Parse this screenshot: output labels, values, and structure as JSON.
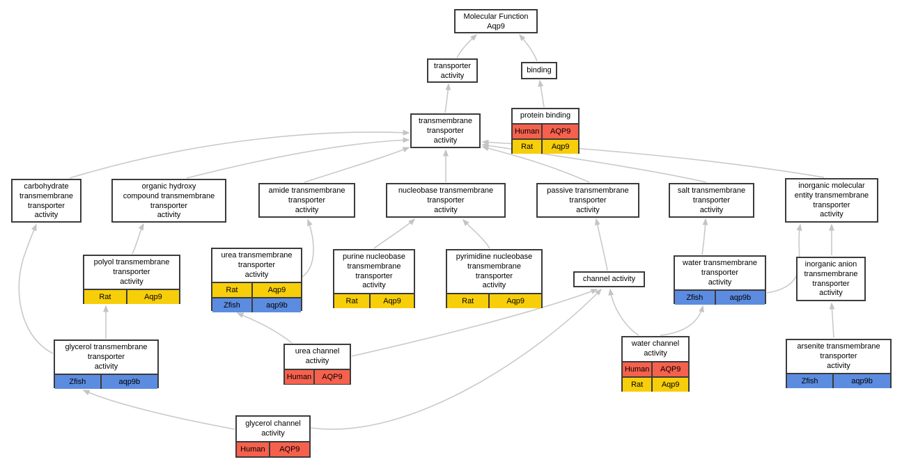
{
  "nodes": {
    "molecular_function": {
      "label": "Molecular Function\nAqp9"
    },
    "transporter_activity": {
      "label": "transporter\nactivity"
    },
    "binding": {
      "label": "binding"
    },
    "protein_binding": {
      "label": "protein binding",
      "rows": [
        {
          "species": "Human",
          "gene": "AQP9"
        },
        {
          "species": "Rat",
          "gene": "Aqp9"
        }
      ]
    },
    "transmembrane_transporter": {
      "label": "transmembrane\ntransporter\nactivity"
    },
    "carbohydrate": {
      "label": "carbohydrate\ntransmembrane\ntransporter\nactivity"
    },
    "organic_hydroxy": {
      "label": "organic hydroxy\ncompound transmembrane\ntransporter\nactivity"
    },
    "amide": {
      "label": "amide transmembrane\ntransporter\nactivity"
    },
    "nucleobase": {
      "label": "nucleobase transmembrane\ntransporter\nactivity"
    },
    "passive": {
      "label": "passive transmembrane\ntransporter\nactivity"
    },
    "salt": {
      "label": "salt transmembrane\ntransporter\nactivity"
    },
    "inorganic_molecular": {
      "label": "inorganic molecular\nentity transmembrane\ntransporter\nactivity"
    },
    "polyol": {
      "label": "polyol transmembrane\ntransporter\nactivity",
      "rows": [
        {
          "species": "Rat",
          "gene": "Aqp9"
        }
      ]
    },
    "urea_transmembrane": {
      "label": "urea transmembrane\ntransporter\nactivity",
      "rows": [
        {
          "species": "Rat",
          "gene": "Aqp9"
        },
        {
          "species": "Zfish",
          "gene": "aqp9b"
        }
      ]
    },
    "purine": {
      "label": "purine nucleobase\ntransmembrane\ntransporter\nactivity",
      "rows": [
        {
          "species": "Rat",
          "gene": "Aqp9"
        }
      ]
    },
    "pyrimidine": {
      "label": "pyrimidine nucleobase\ntransmembrane\ntransporter\nactivity",
      "rows": [
        {
          "species": "Rat",
          "gene": "Aqp9"
        }
      ]
    },
    "channel_activity": {
      "label": "channel activity"
    },
    "water_transmembrane": {
      "label": "water transmembrane\ntransporter\nactivity",
      "rows": [
        {
          "species": "Zfish",
          "gene": "aqp9b"
        }
      ]
    },
    "inorganic_anion": {
      "label": "inorganic anion\ntransmembrane\ntransporter\nactivity"
    },
    "glycerol_transmembrane": {
      "label": "glycerol transmembrane\ntransporter\nactivity",
      "rows": [
        {
          "species": "Zfish",
          "gene": "aqp9b"
        }
      ]
    },
    "urea_channel": {
      "label": "urea channel\nactivity",
      "rows": [
        {
          "species": "Human",
          "gene": "AQP9"
        }
      ]
    },
    "water_channel": {
      "label": "water channel\nactivity",
      "rows": [
        {
          "species": "Human",
          "gene": "AQP9"
        },
        {
          "species": "Rat",
          "gene": "Aqp9"
        }
      ]
    },
    "arsenite": {
      "label": "arsenite transmembrane\ntransporter\nactivity",
      "rows": [
        {
          "species": "Zfish",
          "gene": "aqp9b"
        }
      ]
    },
    "glycerol_channel": {
      "label": "glycerol channel\nactivity",
      "rows": [
        {
          "species": "Human",
          "gene": "AQP9"
        }
      ]
    }
  },
  "edges": [
    {
      "from": "transporter_activity",
      "to": "molecular_function"
    },
    {
      "from": "binding",
      "to": "molecular_function"
    },
    {
      "from": "transmembrane_transporter",
      "to": "transporter_activity"
    },
    {
      "from": "protein_binding",
      "to": "binding"
    },
    {
      "from": "carbohydrate",
      "to": "transmembrane_transporter"
    },
    {
      "from": "organic_hydroxy",
      "to": "transmembrane_transporter"
    },
    {
      "from": "amide",
      "to": "transmembrane_transporter"
    },
    {
      "from": "nucleobase",
      "to": "transmembrane_transporter"
    },
    {
      "from": "passive",
      "to": "transmembrane_transporter"
    },
    {
      "from": "salt",
      "to": "transmembrane_transporter"
    },
    {
      "from": "inorganic_molecular",
      "to": "transmembrane_transporter"
    },
    {
      "from": "polyol",
      "to": "organic_hydroxy"
    },
    {
      "from": "glycerol_transmembrane",
      "to": "polyol"
    },
    {
      "from": "glycerol_transmembrane",
      "to": "carbohydrate"
    },
    {
      "from": "urea_transmembrane",
      "to": "amide"
    },
    {
      "from": "purine",
      "to": "nucleobase"
    },
    {
      "from": "pyrimidine",
      "to": "nucleobase"
    },
    {
      "from": "channel_activity",
      "to": "passive"
    },
    {
      "from": "water_transmembrane",
      "to": "salt"
    },
    {
      "from": "water_transmembrane",
      "to": "inorganic_molecular"
    },
    {
      "from": "inorganic_anion",
      "to": "inorganic_molecular"
    },
    {
      "from": "arsenite",
      "to": "inorganic_anion"
    },
    {
      "from": "urea_channel",
      "to": "urea_transmembrane"
    },
    {
      "from": "urea_channel",
      "to": "channel_activity"
    },
    {
      "from": "water_channel",
      "to": "water_transmembrane"
    },
    {
      "from": "water_channel",
      "to": "channel_activity"
    },
    {
      "from": "glycerol_channel",
      "to": "glycerol_transmembrane"
    },
    {
      "from": "glycerol_channel",
      "to": "channel_activity"
    }
  ],
  "colors": {
    "human_row": "#f6614d",
    "rat_row": "#f7ce0a",
    "zfish_row": "#5c8ce0",
    "node_border": "#3b3b3b",
    "edge": "#c9c9c9",
    "background": "#ffffff"
  }
}
